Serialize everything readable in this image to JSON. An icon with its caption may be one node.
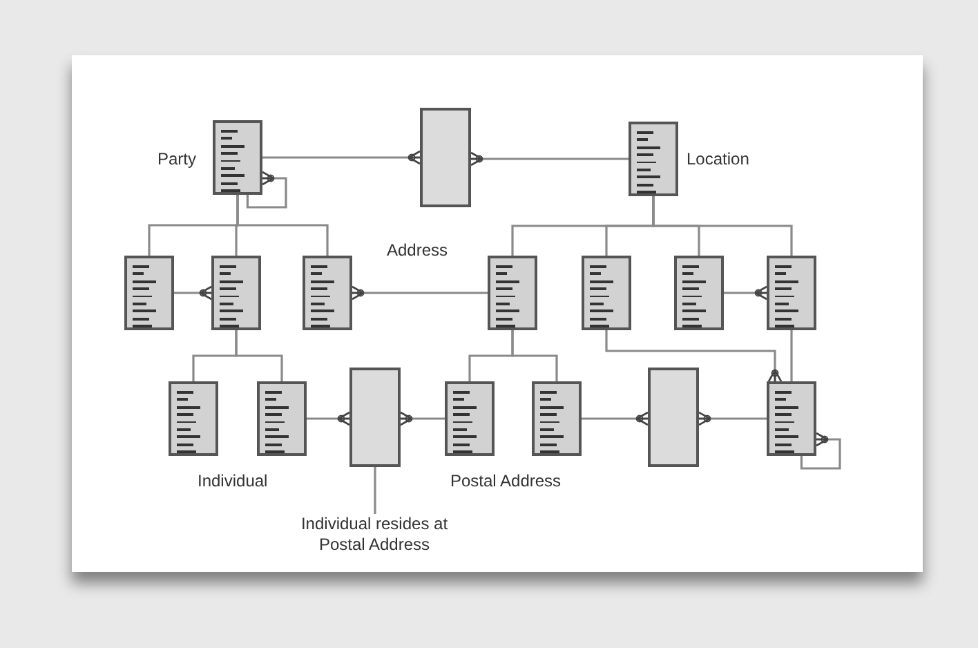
{
  "diagram": {
    "nodes": [
      {
        "text": [],
        "shape": "table",
        "beside": [
          "Party"
        ]
      },
      {
        "text": [],
        "shape": "box"
      },
      {
        "text": [],
        "shape": "table",
        "beside": [
          "Location"
        ]
      },
      {
        "text": [],
        "shape": "table"
      },
      {
        "text": [],
        "shape": "table"
      },
      {
        "text": [],
        "shape": "table"
      },
      {
        "text": [],
        "shape": "table"
      },
      {
        "text": [],
        "shape": "table"
      },
      {
        "text": [],
        "shape": "table"
      },
      {
        "text": [],
        "shape": "table"
      },
      {
        "text": [],
        "shape": "table"
      },
      {
        "text": [],
        "shape": "table"
      },
      {
        "text": [],
        "shape": "box"
      },
      {
        "text": [],
        "shape": "table"
      },
      {
        "text": [],
        "shape": "table"
      },
      {
        "text": [],
        "shape": "box"
      },
      {
        "text": [],
        "shape": "table"
      },
      {
        "text": [
          "Individual resides at Postal Address"
        ]
      }
    ],
    "edges": [
      {
        "from": 0,
        "to": 3,
        "arrow": "none"
      },
      {
        "from": 0,
        "to": 4,
        "arrow": "none"
      },
      {
        "from": 0,
        "to": 5,
        "arrow": "none"
      },
      {
        "from": 2,
        "to": 6,
        "arrow": "none"
      },
      {
        "from": 2,
        "to": 7,
        "arrow": "none"
      },
      {
        "from": 2,
        "to": 8,
        "arrow": "none"
      },
      {
        "from": 2,
        "to": 9,
        "arrow": "none"
      },
      {
        "from": 4,
        "to": 10,
        "arrow": "none"
      },
      {
        "from": 4,
        "to": 11,
        "arrow": "none"
      },
      {
        "from": 6,
        "to": 13,
        "arrow": "none"
      },
      {
        "from": 6,
        "to": 14,
        "arrow": "none"
      },
      {
        "from": 0,
        "to": 1,
        "arrow": "other"
      },
      {
        "from": 2,
        "to": 1,
        "arrow": "other"
      },
      {
        "from": 0,
        "to": 0,
        "arrow": "other"
      },
      {
        "from": 3,
        "to": 4,
        "arrow": "other"
      },
      {
        "from": 6,
        "to": 5,
        "arrow": "other"
      },
      {
        "from": 8,
        "to": 9,
        "arrow": "other"
      },
      {
        "from": 11,
        "to": 12,
        "arrow": "other"
      },
      {
        "from": 13,
        "to": 12,
        "arrow": "other"
      },
      {
        "from": 14,
        "to": 15,
        "arrow": "other"
      },
      {
        "from": 16,
        "to": 15,
        "arrow": "other"
      },
      {
        "from": 7,
        "to": 16,
        "arrow": "other"
      },
      {
        "from": 9,
        "to": 16,
        "arrow": "none"
      },
      {
        "from": 16,
        "to": 16,
        "arrow": "other"
      },
      {
        "from": 17,
        "to": 12,
        "arrow": "none"
      }
    ],
    "labels": [
      "Address",
      "Individual",
      "Postal Address"
    ]
  }
}
